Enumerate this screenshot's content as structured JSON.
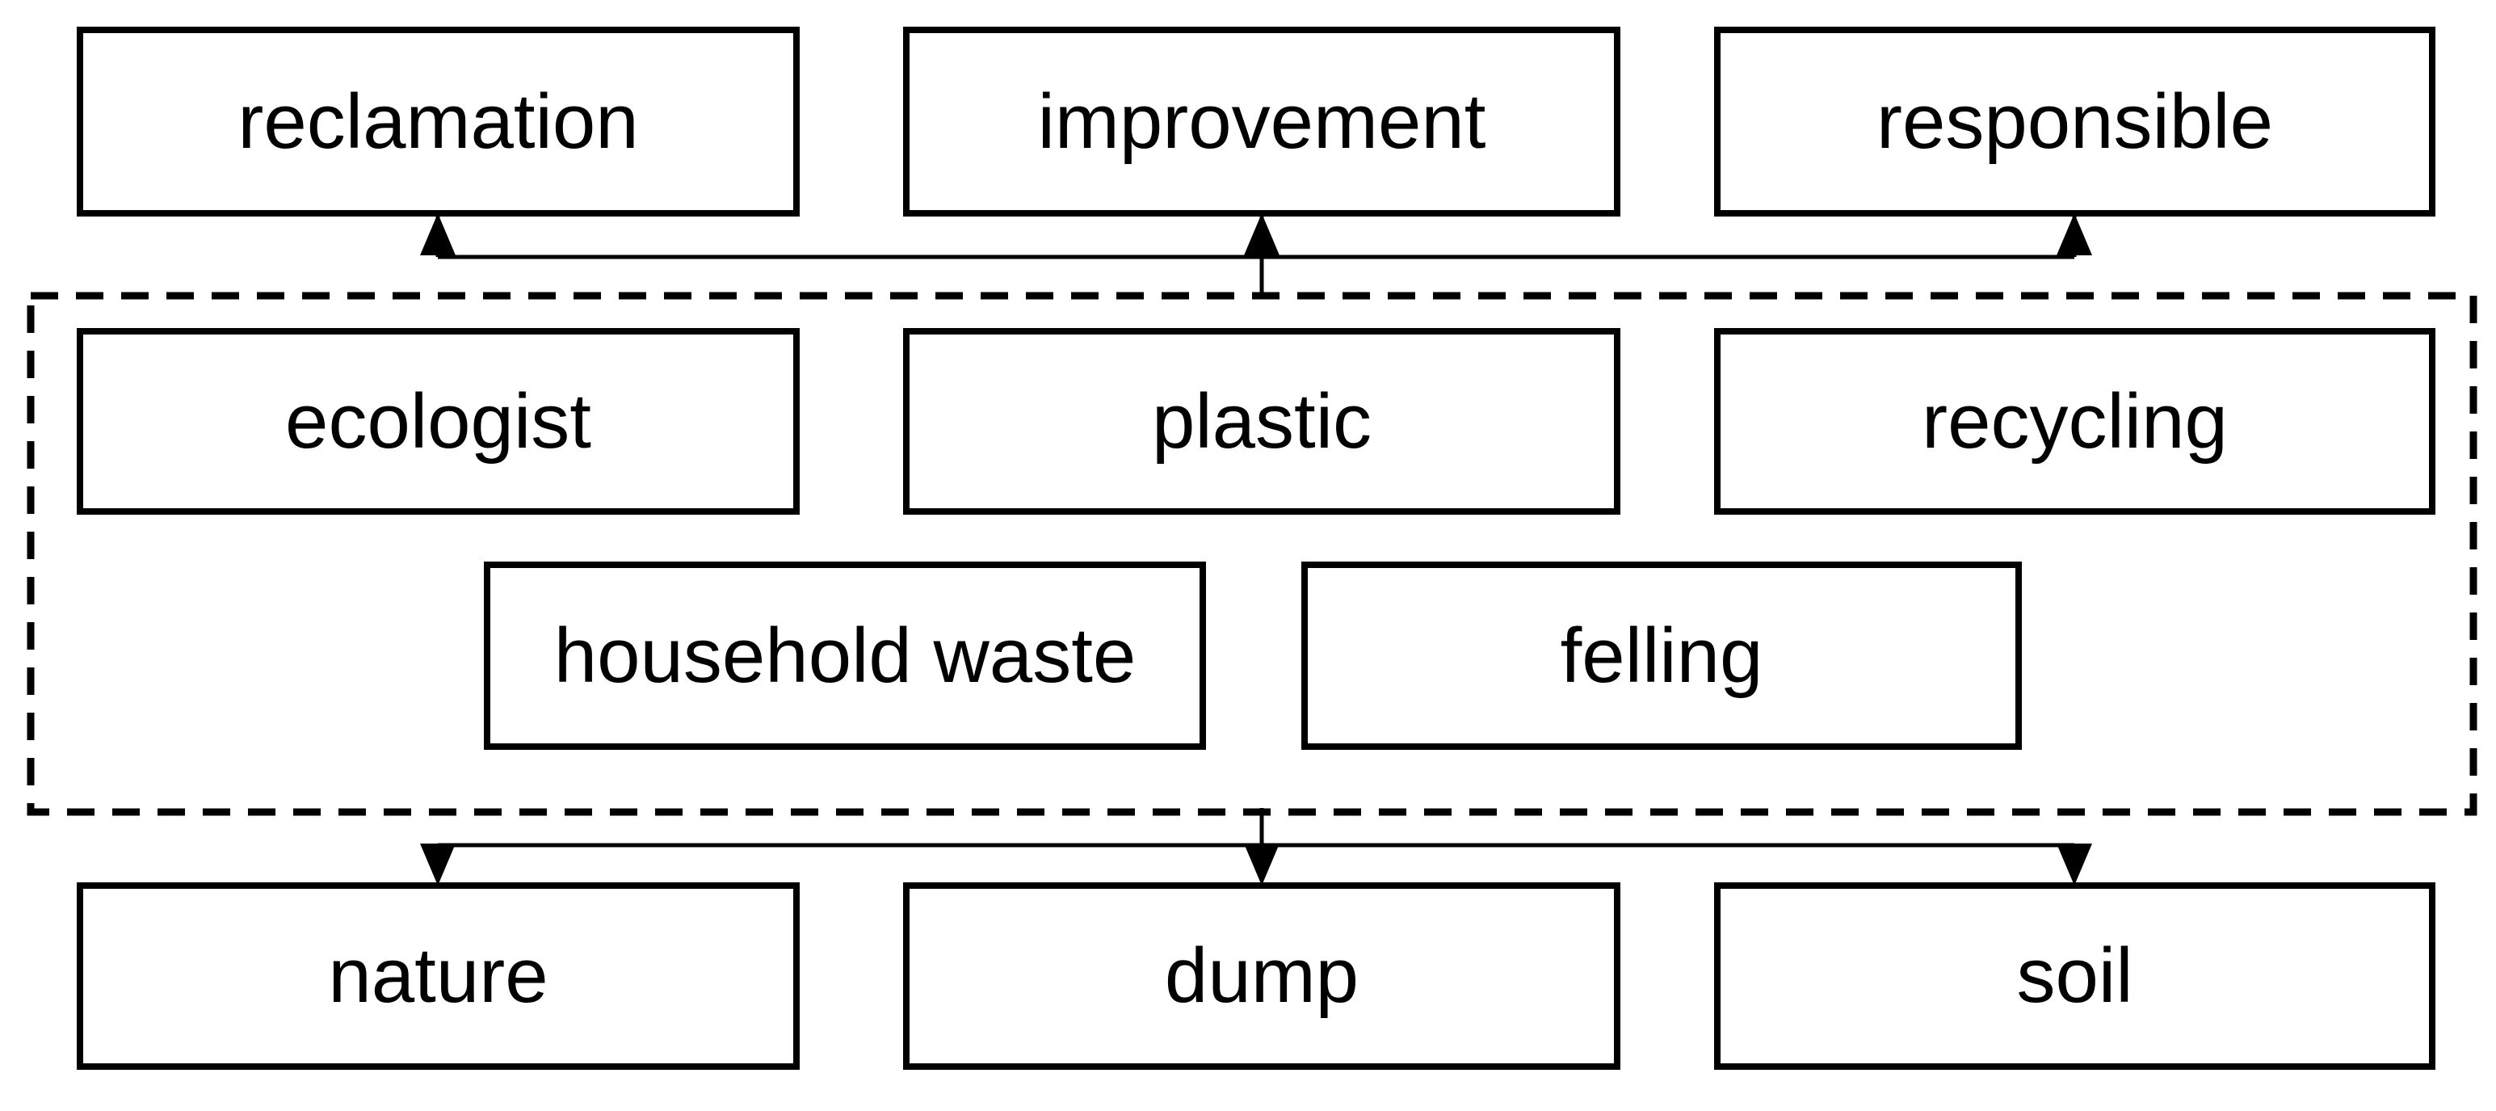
{
  "diagram": {
    "description": "word association diagram: dashed group of cause/topic words with arrows up to outcome words and arrows down to affected words",
    "top_row": [
      {
        "label": "reclamation"
      },
      {
        "label": "improvement"
      },
      {
        "label": "responsible"
      }
    ],
    "dashed_group": {
      "row1": [
        {
          "label": "ecologist"
        },
        {
          "label": "plastic"
        },
        {
          "label": "recycling"
        }
      ],
      "row2": [
        {
          "label": "household waste"
        },
        {
          "label": "felling"
        }
      ]
    },
    "bottom_row": [
      {
        "label": "nature"
      },
      {
        "label": "dump"
      },
      {
        "label": "soil"
      }
    ],
    "connectors": {
      "top_arrows_direction": "up",
      "bottom_arrows_direction": "down",
      "top_targets": [
        "reclamation",
        "improvement",
        "responsible"
      ],
      "bottom_targets": [
        "nature",
        "dump",
        "soil"
      ],
      "source": "dashed_group"
    },
    "colors": {
      "stroke": "#000000",
      "background": "#ffffff",
      "text": "#000000"
    }
  }
}
